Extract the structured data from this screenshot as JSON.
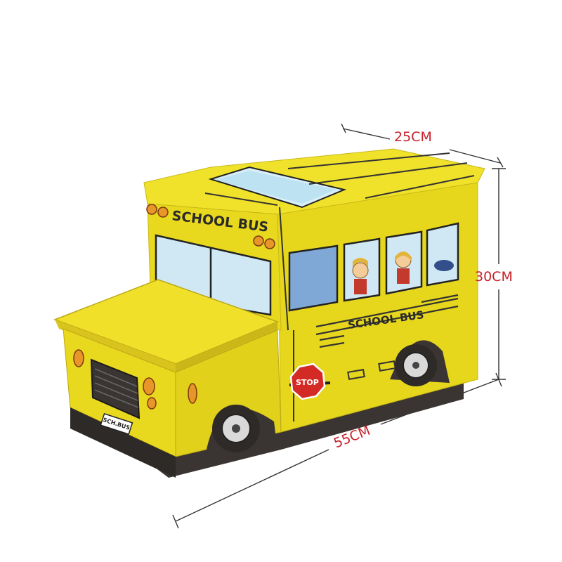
{
  "dimensions": {
    "width": "25CM",
    "height": "30CM",
    "length": "55CM"
  },
  "product": {
    "roof_text": "SCHOOL BUS",
    "side_text": "SCHOOL BUS",
    "stop_sign": "STOP",
    "plate": "SCH.BUS"
  },
  "colors": {
    "body_yellow": "#e8d81e",
    "dimension_text": "#c8202a",
    "dimension_line": "#333333"
  }
}
